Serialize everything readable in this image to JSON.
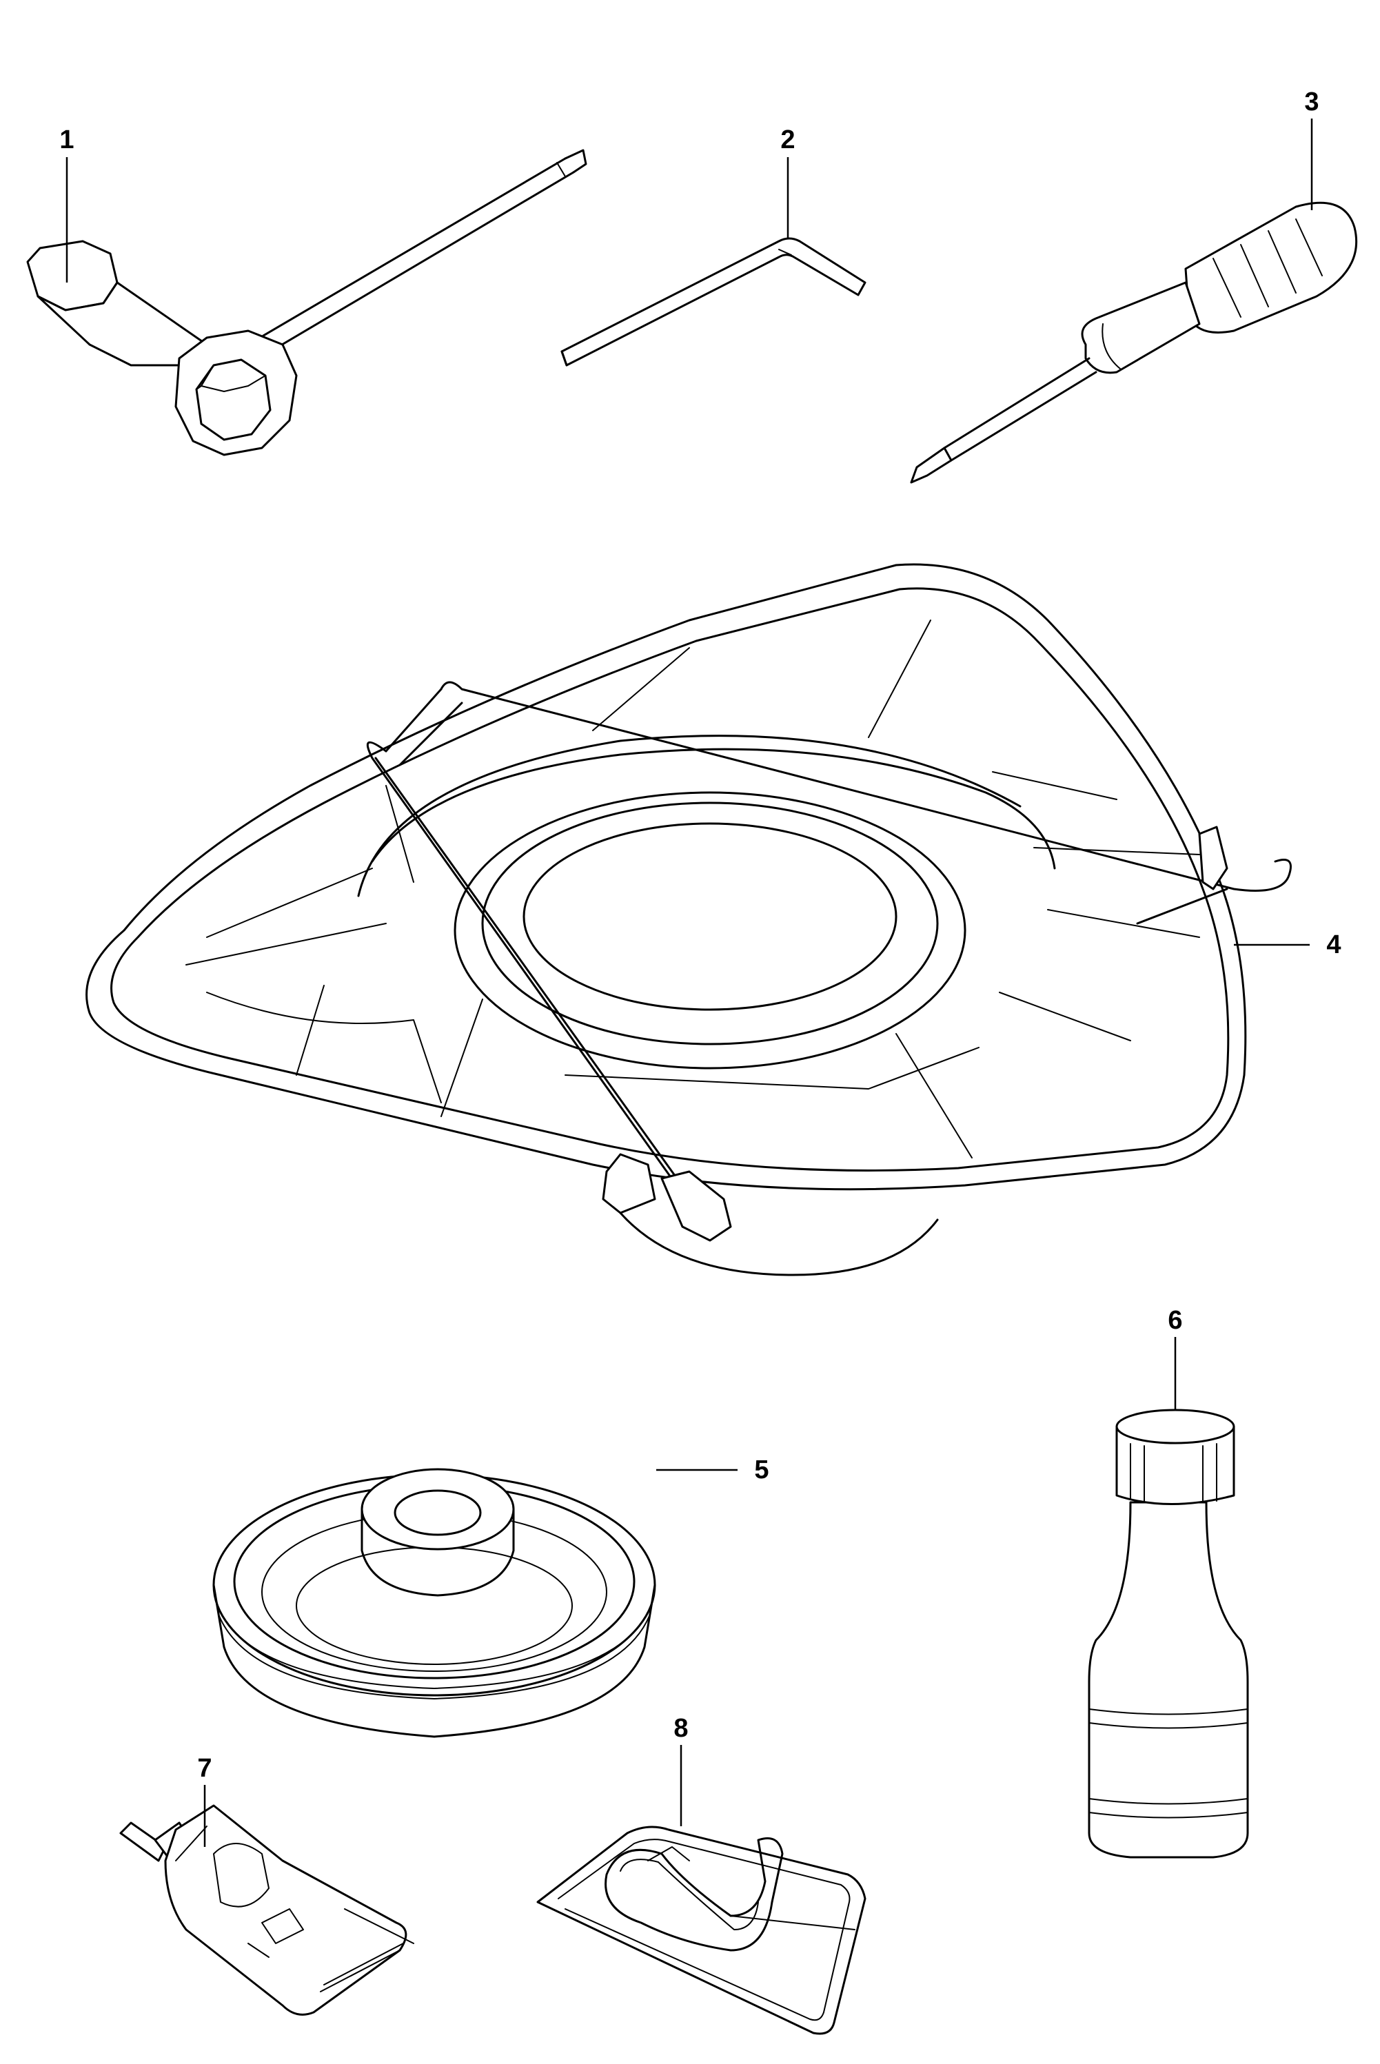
{
  "callouts": [
    {
      "id": "1",
      "part": "combination-spanner"
    },
    {
      "id": "2",
      "part": "hex-key"
    },
    {
      "id": "3",
      "part": "screwdriver"
    },
    {
      "id": "4",
      "part": "blade-guard"
    },
    {
      "id": "5",
      "part": "support-cup"
    },
    {
      "id": "6",
      "part": "oil-bottle"
    },
    {
      "id": "7",
      "part": "grease-tube"
    },
    {
      "id": "8",
      "part": "cloth-bag"
    }
  ]
}
